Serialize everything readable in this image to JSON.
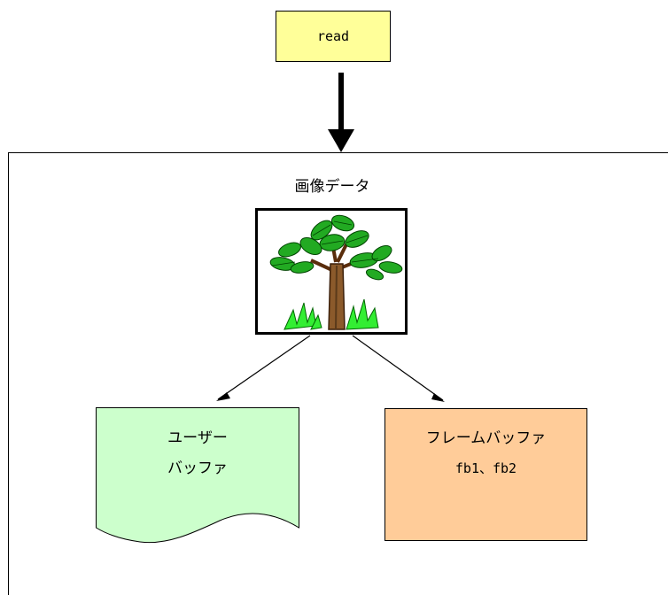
{
  "read_box": {
    "label": "read",
    "fill": "#ffff99"
  },
  "image_data": {
    "title": "画像データ",
    "picture": "tree-clipart"
  },
  "user_buffer": {
    "line1": "ユーザー",
    "line2": "バッファ",
    "fill": "#ccffcc"
  },
  "frame_buffer": {
    "line1": "フレームバッファ",
    "line2": "fb1、fb2",
    "fill": "#ffcc99"
  }
}
